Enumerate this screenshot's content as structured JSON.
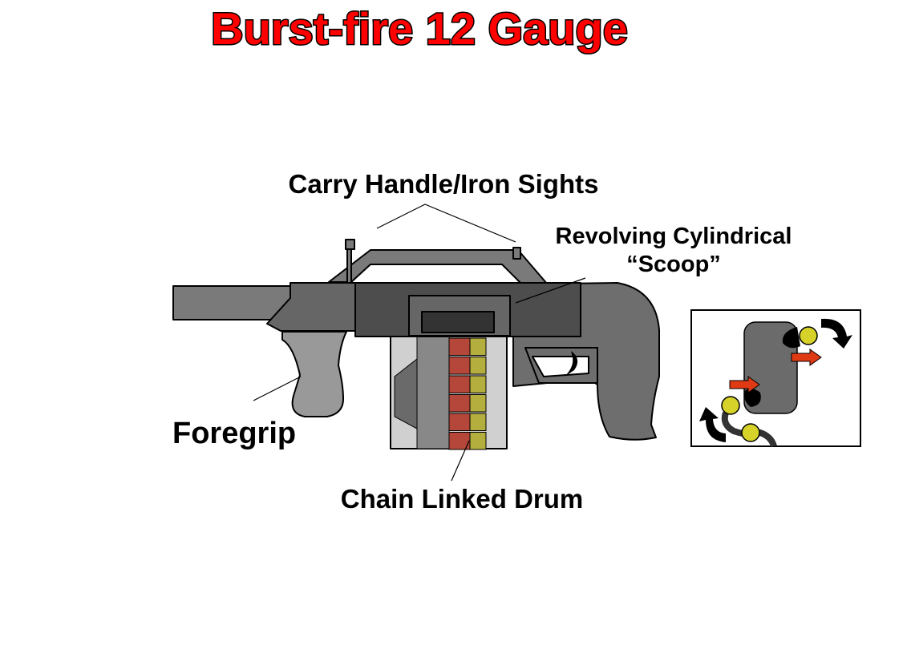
{
  "title": "Burst-fire 12 Gauge",
  "labels": {
    "carry_handle": "Carry Handle/Iron Sights",
    "scoop_line1": "Revolving Cylindrical",
    "scoop_line2": "“Scoop”",
    "foregrip": "Foregrip",
    "chain_drum": "Chain Linked Drum"
  },
  "colors": {
    "title_fill": "#ff0000",
    "barrel": "#7a7a7a",
    "receiver": "#4d4d4d",
    "stock": "#6e6e6e",
    "grip": "#999999",
    "drum_light": "#d0d0d0",
    "shell_red": "#b5473a",
    "shell_yellow": "#b3ae3e",
    "cylinder": "#6b6b6b",
    "ball_yellow": "#d6d22a",
    "arrow_red": "#e03a14"
  },
  "shells": {
    "count": 6
  }
}
